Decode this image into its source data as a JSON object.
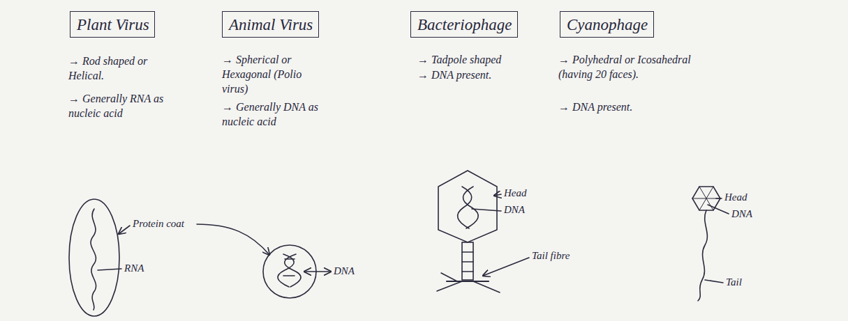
{
  "diagram": {
    "nodes": [
      {
        "text": [
          "Plant Virus"
        ]
      },
      {
        "text": [
          "Animal Virus"
        ]
      },
      {
        "text": [
          "Bacteriophage"
        ]
      },
      {
        "text": [
          "Cyanophage"
        ]
      }
    ],
    "labels": [
      "→ Rod shaped or Helical.",
      "→ Generally RNA as nucleic acid",
      "→ Spherical or Hexagonal (Polio virus)",
      "→ Generally DNA as nucleic acid",
      "→ Tadpole shaped",
      "→ DNA present.",
      "→ Polyhedral or Icosahedral (having 20 faces).",
      "→ DNA present.",
      "Protein coat",
      "RNA",
      "DNA",
      "Head",
      "DNA",
      "Tail fibre",
      "Head",
      "DNA",
      "Tail"
    ]
  }
}
